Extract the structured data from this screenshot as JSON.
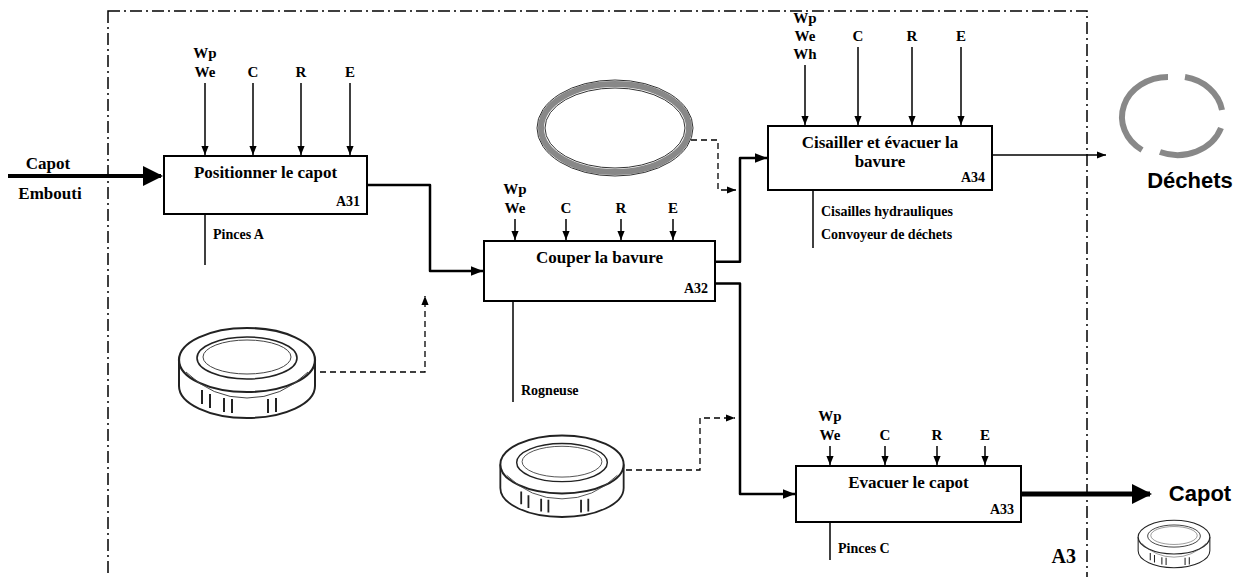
{
  "diagram": {
    "nodes": [
      {
        "text": [
          "A3"
        ]
      },
      {
        "text": [
          "Positionner le capot",
          "A31"
        ],
        "in": 0
      },
      {
        "text": [
          "Couper la bavure",
          "A32"
        ],
        "in": 0
      },
      {
        "text": [
          "Evacuer le capot",
          "A33"
        ],
        "in": 0
      },
      {
        "text": [
          "Cisailler et évacuer la bavure",
          "A34"
        ],
        "in": 0
      }
    ],
    "edges": [
      {
        "from": 1,
        "to": 2,
        "arrow": "to"
      },
      {
        "from": 2,
        "to": 4,
        "arrow": "to"
      },
      {
        "from": 2,
        "to": 3,
        "arrow": "to"
      }
    ],
    "labels": [
      "Capot",
      "Embouti",
      "Wp",
      "We",
      "C",
      "R",
      "E",
      "Pinces A",
      "Wp",
      "We",
      "C",
      "R",
      "E",
      "Rogneuse",
      "Wp",
      "We",
      "Wh",
      "C",
      "R",
      "E",
      "Cisailles hydrauliques",
      "Convoyeur de déchets",
      "Déchets",
      "Wp",
      "We",
      "C",
      "R",
      "E",
      "Pinces C",
      "Capot"
    ]
  }
}
